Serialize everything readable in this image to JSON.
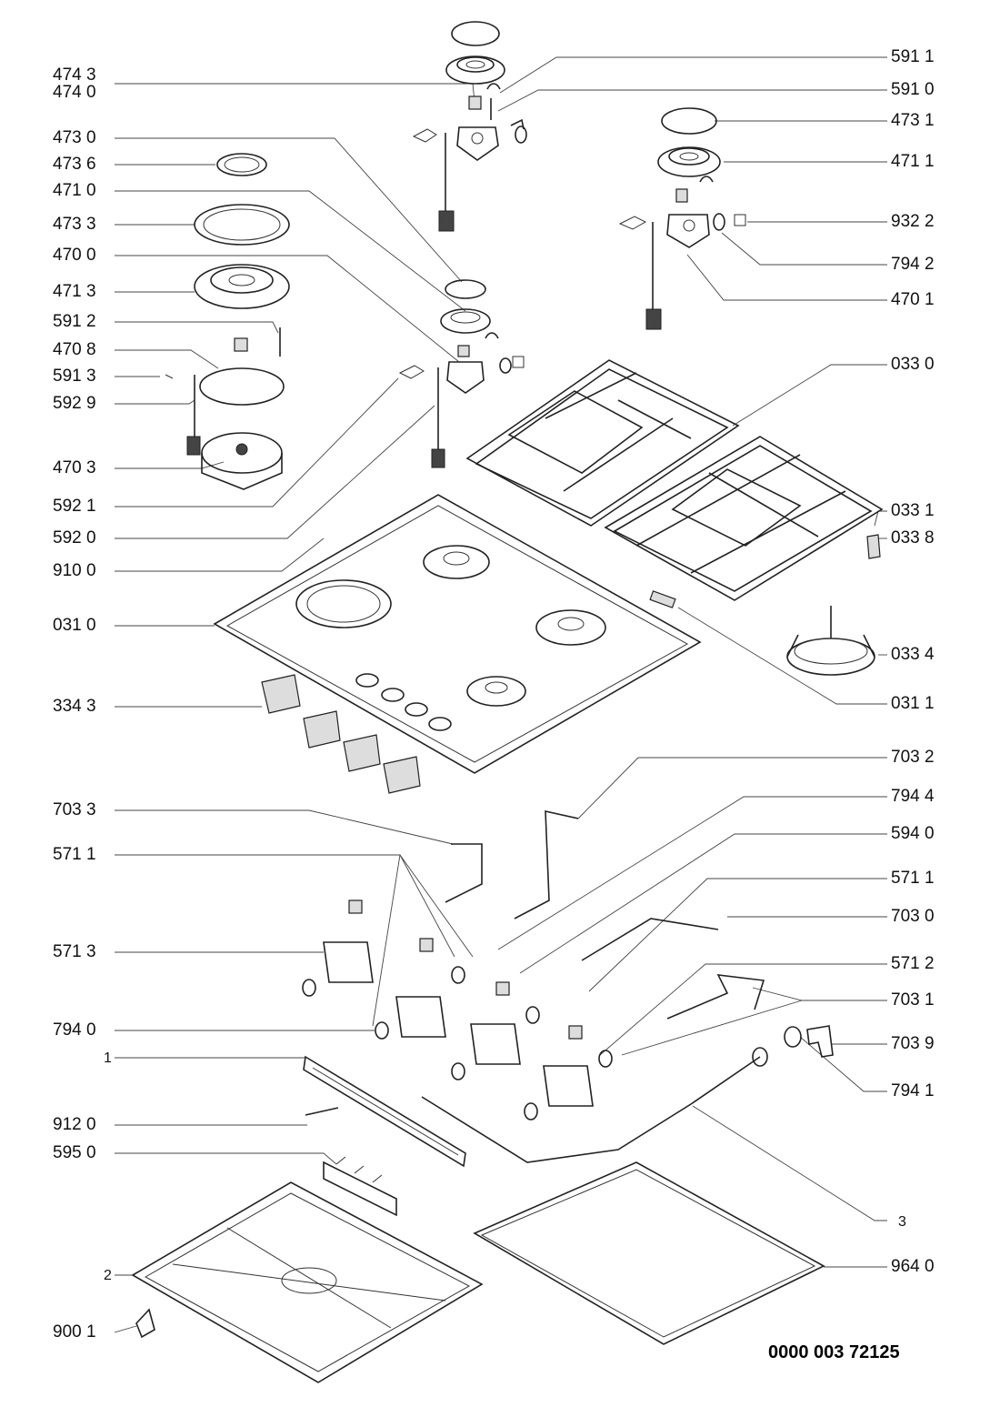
{
  "document_number": "0000 003 72125",
  "left_labels": {
    "l4743": "474 3",
    "l4740": "474 0",
    "l4730": "473 0",
    "l4736": "473 6",
    "l4710": "471 0",
    "l4733": "473 3",
    "l4700": "470 0",
    "l4713": "471 3",
    "l5912": "591 2",
    "l4708": "470 8",
    "l5913": "591 3",
    "l5929": "592 9",
    "l4703": "470 3",
    "l5921": "592 1",
    "l5920": "592 0",
    "l9100": "910 0",
    "l0310": "031 0",
    "l3343": "334 3",
    "l7033": "703 3",
    "l5711": "571 1",
    "l5713": "571 3",
    "l7940": "794 0",
    "l1": "1",
    "l9120": "912 0",
    "l5950": "595 0",
    "l2": "2",
    "l9001": "900 1"
  },
  "right_labels": {
    "r5911": "591 1",
    "r5910": "591 0",
    "r4731": "473 1",
    "r4711": "471 1",
    "r9322": "932 2",
    "r7942": "794 2",
    "r4701": "470 1",
    "r0330": "033 0",
    "r0331": "033 1",
    "r0338": "033 8",
    "r0334": "033 4",
    "r0311": "031 1",
    "r7032": "703 2",
    "r7944": "794 4",
    "r5940": "594 0",
    "r5711": "571 1",
    "r7030": "703 0",
    "r5712": "571 2",
    "r7031": "703 1",
    "r7039": "703 9",
    "r7941": "794 1",
    "r3": "3",
    "r9640": "964 0"
  }
}
